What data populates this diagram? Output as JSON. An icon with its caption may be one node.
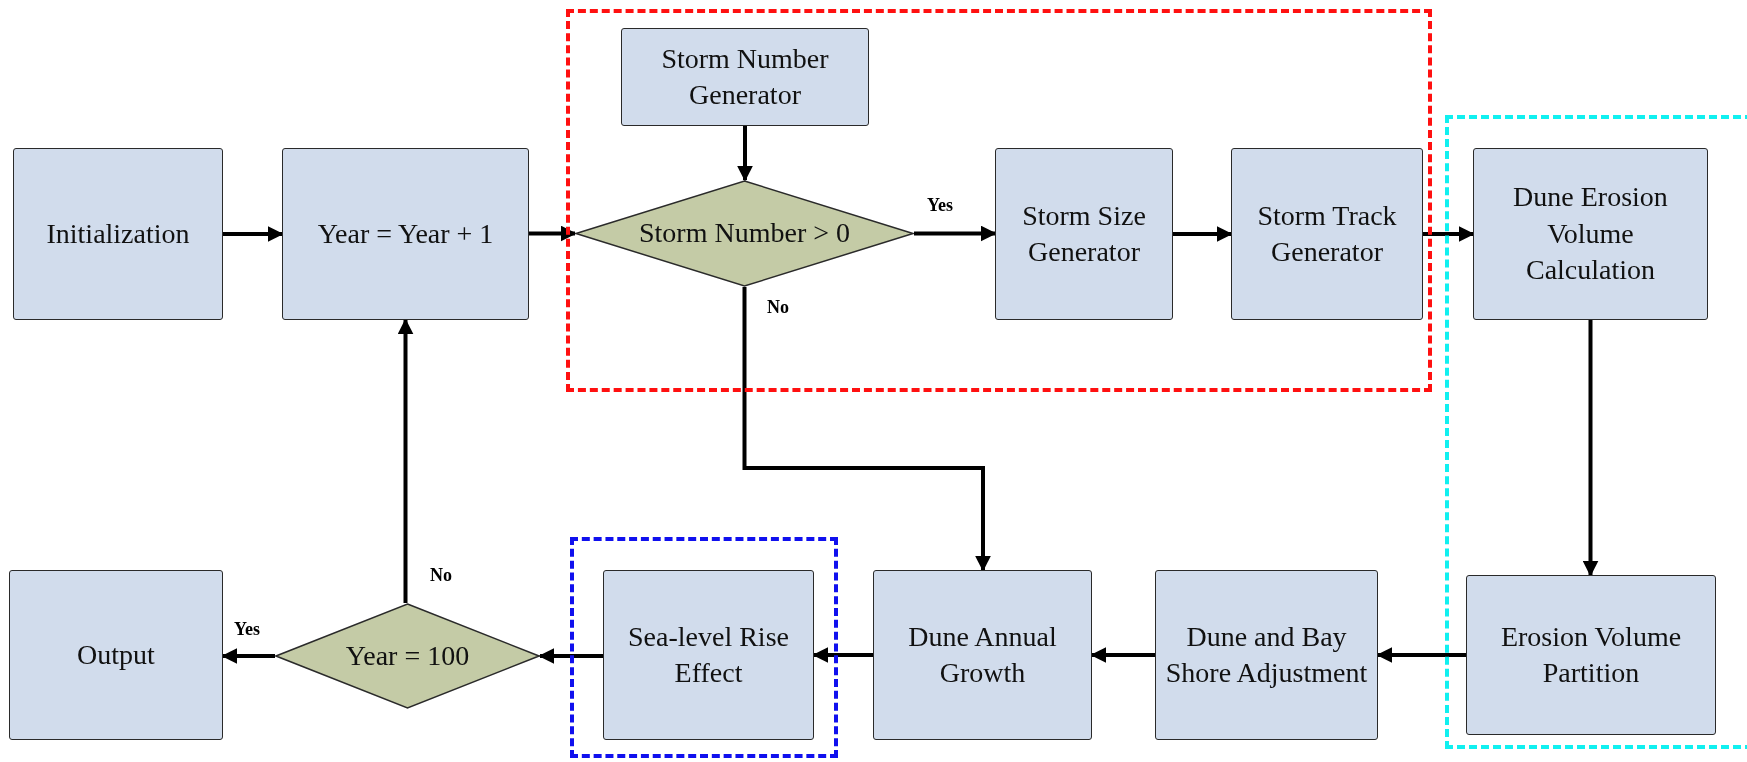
{
  "diagram": {
    "nodes": [
      {
        "text": [
          "Initialization"
        ]
      },
      {
        "text": [
          "Year = Year + 1"
        ]
      },
      {
        "text": [],
        "shape": "box"
      },
      {
        "text": [
          "Storm Number Generator"
        ],
        "in": 2
      },
      {
        "text": [
          "Storm Number > 0"
        ],
        "in": 2
      },
      {
        "text": [
          "Storm Size Generator"
        ],
        "in": 2
      },
      {
        "text": [
          "Storm Track Generator"
        ],
        "in": 2
      },
      {
        "text": [],
        "shape": "box"
      },
      {
        "text": [
          "Dune Erosion Volume Calculation"
        ],
        "in": 7
      },
      {
        "text": [
          "Erosion Volume Partition"
        ],
        "in": 7
      },
      {
        "text": [
          "Dune and Bay Shore Adjustment"
        ]
      },
      {
        "text": [
          "Dune Annual Growth"
        ]
      },
      {
        "text": [],
        "shape": "box"
      },
      {
        "text": [
          "Sea-level Rise Effect"
        ],
        "in": 12
      },
      {
        "text": [
          "Year = 100"
        ]
      },
      {
        "text": [
          "Output"
        ]
      }
    ],
    "edges": [
      {
        "from": 0,
        "to": 1,
        "arrow": "to"
      },
      {
        "from": 1,
        "to": 4,
        "arrow": "to"
      },
      {
        "from": 3,
        "to": 4,
        "arrow": "to"
      },
      {
        "from": 4,
        "to": 5,
        "arrow": "to",
        "label": "Yes"
      },
      {
        "from": 5,
        "to": 6,
        "arrow": "to"
      },
      {
        "from": 6,
        "to": 8,
        "arrow": "to"
      },
      {
        "from": 8,
        "to": 9,
        "arrow": "to"
      },
      {
        "from": 9,
        "to": 10,
        "arrow": "to"
      },
      {
        "from": 10,
        "to": 11,
        "arrow": "to"
      },
      {
        "from": 4,
        "to": 11,
        "arrow": "to",
        "label": "No"
      },
      {
        "from": 11,
        "to": 13,
        "arrow": "to"
      },
      {
        "from": 13,
        "to": 14,
        "arrow": "to"
      },
      {
        "from": 14,
        "to": 15,
        "arrow": "to",
        "label": "Yes"
      },
      {
        "from": 14,
        "to": 1,
        "arrow": "to",
        "label": "No"
      }
    ]
  }
}
